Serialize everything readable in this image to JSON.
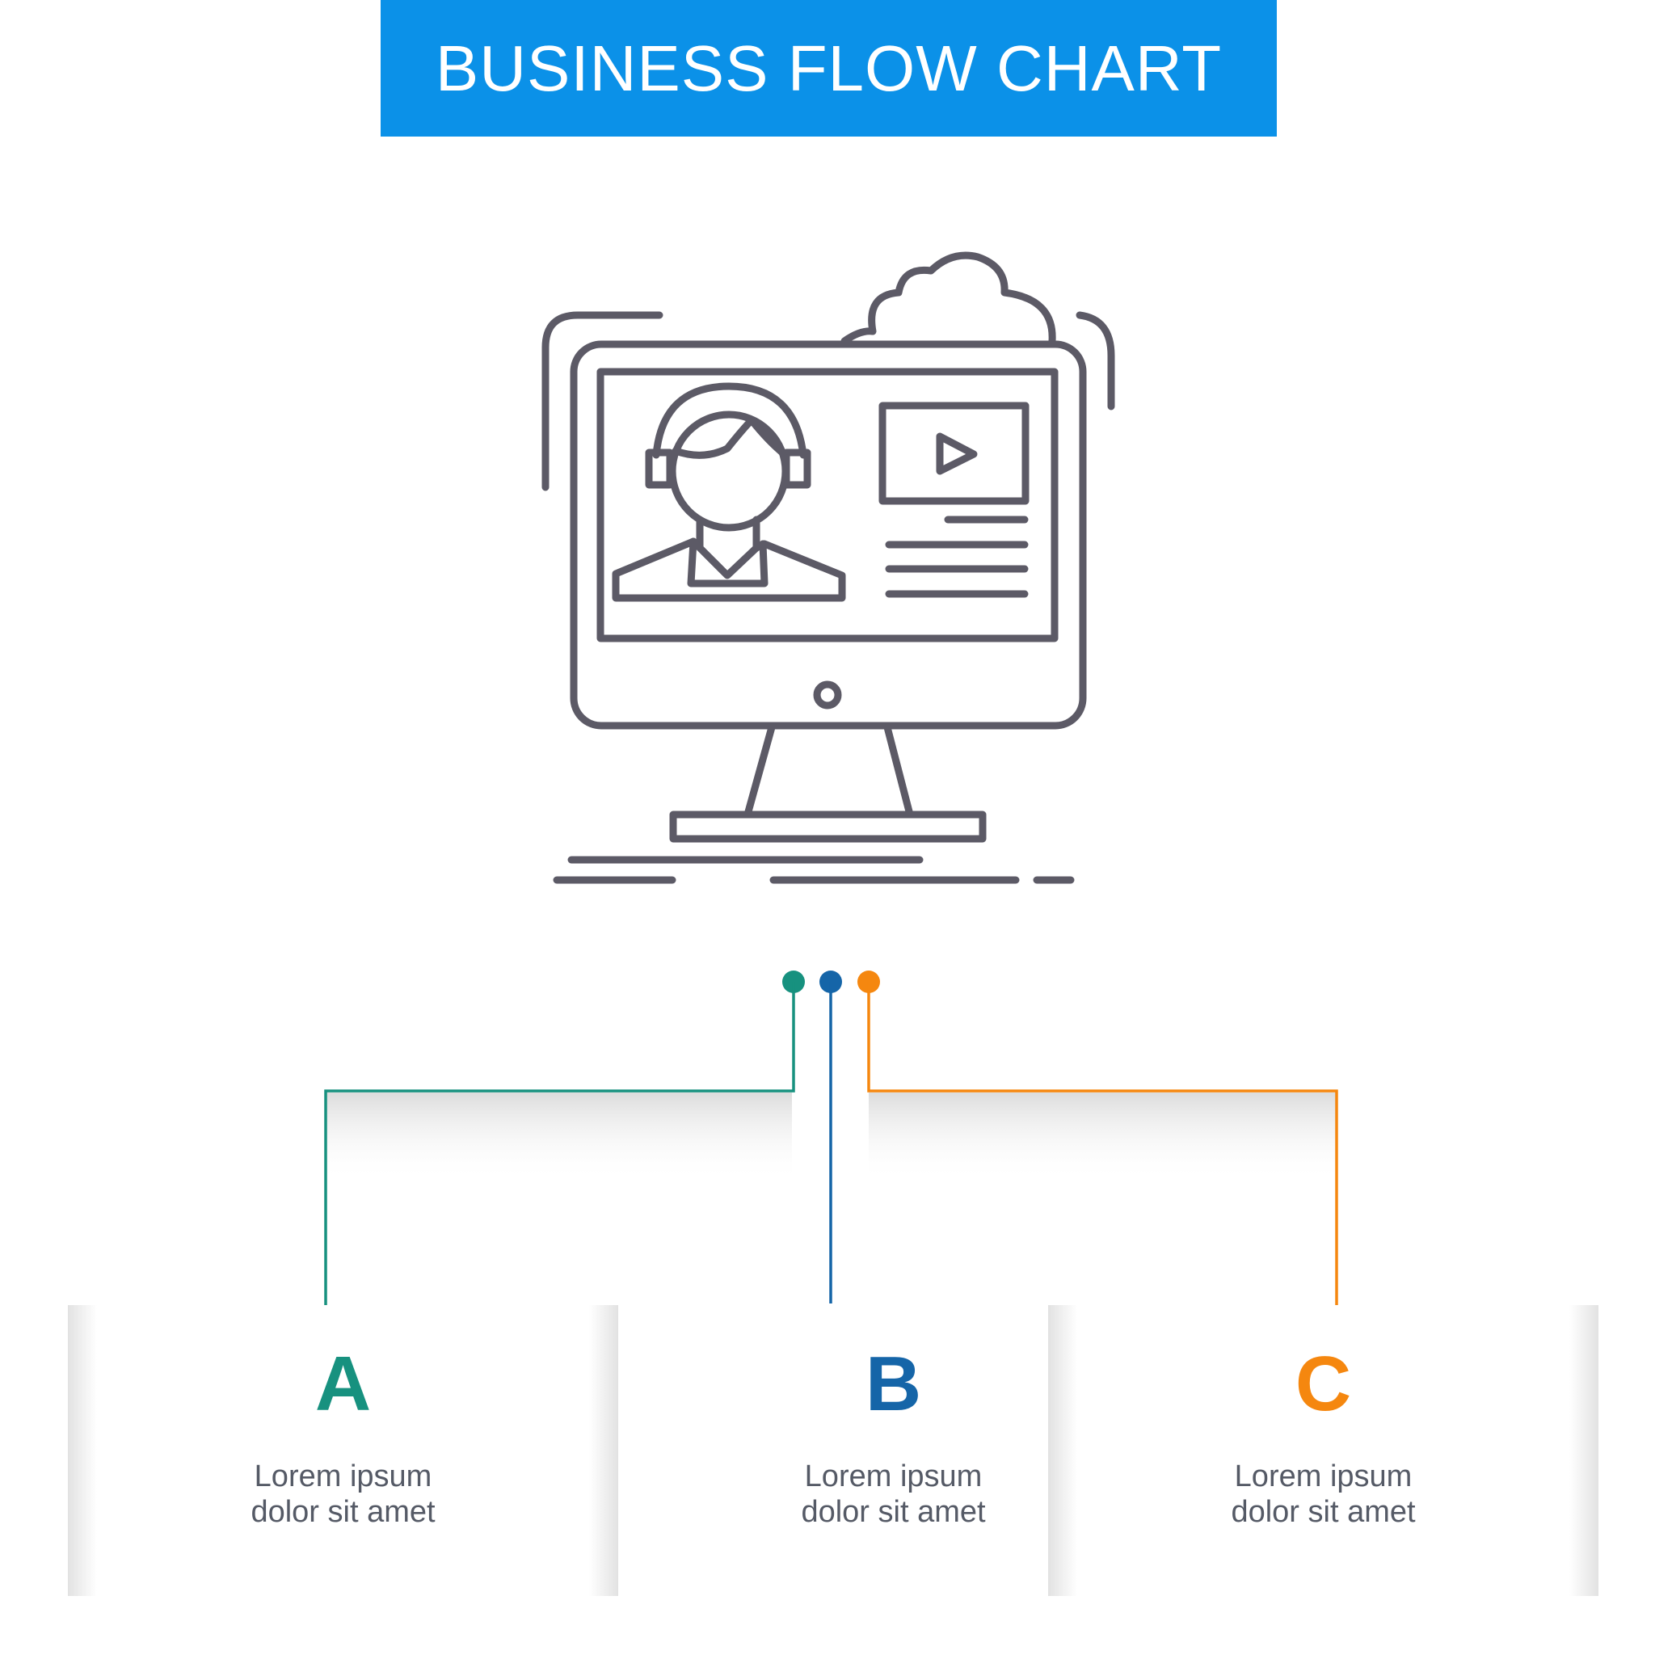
{
  "header": {
    "title": "BUSINESS FLOW CHART"
  },
  "colors": {
    "header_bg": "#0b91e8",
    "icon_stroke": "#5c5a66",
    "a": "#17917f",
    "b": "#1565a8",
    "c": "#f5870f",
    "text": "#555a66"
  },
  "icon": {
    "name": "online-video-tutorial-monitor-icon"
  },
  "steps": [
    {
      "letter": "A",
      "line1": "Lorem ipsum",
      "line2": "dolor sit amet"
    },
    {
      "letter": "B",
      "line1": "Lorem ipsum",
      "line2": "dolor sit amet"
    },
    {
      "letter": "C",
      "line1": "Lorem ipsum",
      "line2": "dolor sit amet"
    }
  ]
}
